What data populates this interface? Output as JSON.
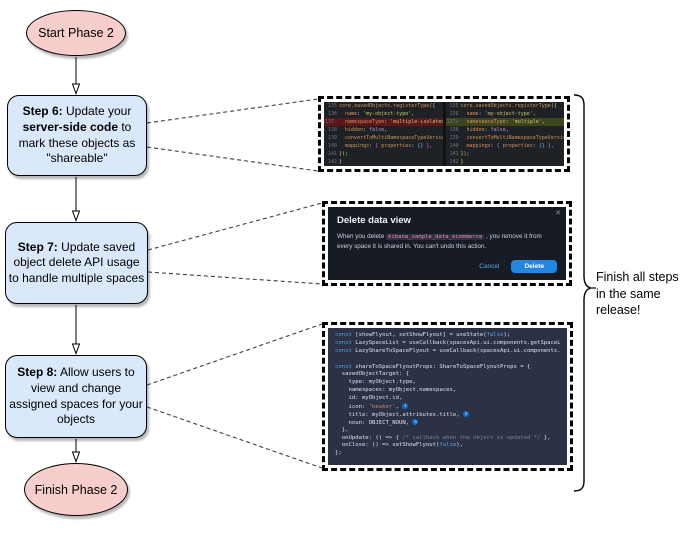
{
  "flowchart": {
    "start_label": "Start Phase 2",
    "finish_label": "Finish Phase 2",
    "steps": [
      {
        "segments": [
          {
            "t": "Step 6:",
            "b": true
          },
          {
            "t": " Update your ",
            "b": false
          },
          {
            "t": "server-side code",
            "b": true
          },
          {
            "t": " to mark these objects as \"shareable\"",
            "b": false
          }
        ]
      },
      {
        "segments": [
          {
            "t": "Step 7:",
            "b": true
          },
          {
            "t": " Update saved object delete API usage to handle multiple spaces",
            "b": false
          }
        ]
      },
      {
        "segments": [
          {
            "t": "Step 8:",
            "b": true
          },
          {
            "t": " Allow users to view and change assigned spaces for your objects",
            "b": false
          }
        ]
      }
    ],
    "note": "Finish all steps in the same release!"
  },
  "colors": {
    "step_box_fill": "#dae8fc",
    "terminal_fill": "#f8cecc",
    "frame_border": "#000000",
    "diff_bg": "#1e2227",
    "diff_del_bg": "#58181c",
    "diff_add_bg": "#3d451f",
    "flyout_code_bg": "#2b3245",
    "modal_bg": "#161b24",
    "delete_button_blue": "#2187e0",
    "link_blue": "#57a8e8",
    "badge_blue": "#0b6ecf",
    "code_span_pink": "#ef87a9"
  },
  "diff_screenshot": {
    "left_lines": [
      {
        "num": "135",
        "tokens": [
          {
            "t": "core.savedObjects.registerType",
            "c": "or"
          },
          {
            "t": "({",
            "c": "yl"
          }
        ]
      },
      {
        "num": "136",
        "tokens": [
          {
            "t": "  ",
            "c": "wh"
          },
          {
            "t": "name",
            "c": "or"
          },
          {
            "t": ": ",
            "c": "wh"
          },
          {
            "t": "'my-object-type'",
            "c": "yl"
          },
          {
            "t": ",",
            "c": "wh"
          }
        ]
      },
      {
        "num": "137",
        "mark": "-",
        "hl": "del",
        "tokens": [
          {
            "t": "  ",
            "c": "wh"
          },
          {
            "t": "namespaceType",
            "c": "or"
          },
          {
            "t": ": ",
            "c": "wh"
          },
          {
            "t": "'multiple-isolated'",
            "c": "yl"
          },
          {
            "t": ",",
            "c": "wh"
          }
        ]
      },
      {
        "num": "138",
        "tokens": [
          {
            "t": "  ",
            "c": "wh"
          },
          {
            "t": "hidden",
            "c": "or"
          },
          {
            "t": ": ",
            "c": "wh"
          },
          {
            "t": "false",
            "c": "pu"
          },
          {
            "t": ",",
            "c": "wh"
          }
        ]
      },
      {
        "num": "139",
        "tokens": [
          {
            "t": "  ",
            "c": "wh"
          },
          {
            "t": "convertToMultiNamespaceTypeVersion",
            "c": "or"
          },
          {
            "t": ": ",
            "c": "wh"
          },
          {
            "t": "'",
            "c": "rd"
          }
        ]
      },
      {
        "num": "140",
        "tokens": [
          {
            "t": "  ",
            "c": "wh"
          },
          {
            "t": "mappings",
            "c": "or"
          },
          {
            "t": ": ",
            "c": "wh"
          },
          {
            "t": "{ ",
            "c": "pu"
          },
          {
            "t": "properties",
            "c": "or"
          },
          {
            "t": ": ",
            "c": "wh"
          },
          {
            "t": "{} ",
            "c": "bl"
          },
          {
            "t": "},",
            "c": "pu"
          }
        ]
      },
      {
        "num": "141",
        "tokens": [
          {
            "t": "});",
            "c": "yl"
          }
        ]
      },
      {
        "num": "142",
        "tokens": [
          {
            "t": "}",
            "c": "yl"
          }
        ]
      }
    ],
    "right_lines": [
      {
        "num": "135",
        "tokens": [
          {
            "t": "core.savedObjects.registerType",
            "c": "or"
          },
          {
            "t": "({",
            "c": "yl"
          }
        ]
      },
      {
        "num": "136",
        "tokens": [
          {
            "t": "  ",
            "c": "wh"
          },
          {
            "t": "name",
            "c": "or"
          },
          {
            "t": ": ",
            "c": "wh"
          },
          {
            "t": "'my-object-type'",
            "c": "yl"
          },
          {
            "t": ",",
            "c": "wh"
          }
        ]
      },
      {
        "num": "137",
        "mark": "+",
        "hl": "add",
        "tokens": [
          {
            "t": "  ",
            "c": "wh"
          },
          {
            "t": "namespaceType",
            "c": "or"
          },
          {
            "t": ": ",
            "c": "wh"
          },
          {
            "t": "'multiple'",
            "c": "yl"
          },
          {
            "t": ",",
            "c": "wh"
          }
        ]
      },
      {
        "num": "138",
        "tokens": [
          {
            "t": "  ",
            "c": "wh"
          },
          {
            "t": "hidden",
            "c": "or"
          },
          {
            "t": ": ",
            "c": "wh"
          },
          {
            "t": "false",
            "c": "pu"
          },
          {
            "t": ",",
            "c": "wh"
          }
        ]
      },
      {
        "num": "139",
        "tokens": [
          {
            "t": "  ",
            "c": "wh"
          },
          {
            "t": "convertToMultiNamespaceTypeVersion",
            "c": "or"
          },
          {
            "t": ": ",
            "c": "wh"
          },
          {
            "t": "'",
            "c": "rd"
          }
        ]
      },
      {
        "num": "140",
        "tokens": [
          {
            "t": "  ",
            "c": "wh"
          },
          {
            "t": "mappings",
            "c": "or"
          },
          {
            "t": ": ",
            "c": "wh"
          },
          {
            "t": "{ ",
            "c": "pu"
          },
          {
            "t": "properties",
            "c": "or"
          },
          {
            "t": ": ",
            "c": "wh"
          },
          {
            "t": "{} ",
            "c": "bl"
          },
          {
            "t": "},",
            "c": "pu"
          }
        ]
      },
      {
        "num": "141",
        "tokens": [
          {
            "t": "});",
            "c": "yl"
          }
        ]
      },
      {
        "num": "142",
        "tokens": [
          {
            "t": "}",
            "c": "yl"
          }
        ]
      }
    ]
  },
  "modal_screenshot": {
    "title": "Delete data view",
    "close_icon": "✕",
    "body_pre": "When you delete ",
    "body_code": "kibana_sample_data_ecommerce",
    "body_post": " , you remove it from every space it is shared in. You can't undo this action.",
    "cancel_label": "Cancel",
    "delete_label": "Delete"
  },
  "code_screenshot": {
    "lines": [
      {
        "tokens": [
          {
            "t": "const ",
            "c": "kw"
          },
          {
            "t": "[showFlyout, setShowFlyout] = useState(",
            "c": "pl"
          },
          {
            "t": "false",
            "c": "kw"
          },
          {
            "t": ");",
            "c": "pl"
          }
        ]
      },
      {
        "tokens": [
          {
            "t": "const ",
            "c": "kw"
          },
          {
            "t": "LazySpaceList = useCallback(spacesApi.ui.components.getSpaceLis",
            "c": "pl"
          }
        ]
      },
      {
        "tokens": [
          {
            "t": "const ",
            "c": "kw"
          },
          {
            "t": "LazyShareToSpaceFlyout = useCallback(spacesApi.ui.components.ge",
            "c": "pl"
          }
        ]
      },
      {
        "tokens": []
      },
      {
        "tokens": [
          {
            "t": "const ",
            "c": "kw"
          },
          {
            "t": "shareToSpaceFlyoutProps: ShareToSpaceFlyoutProps = {",
            "c": "pl"
          }
        ]
      },
      {
        "tokens": [
          {
            "t": "  savedObjectTarget: {",
            "c": "pl"
          }
        ]
      },
      {
        "tokens": [
          {
            "t": "    type: myObject.type,",
            "c": "pl"
          }
        ]
      },
      {
        "tokens": [
          {
            "t": "    namespaces: myObject.namespaces,",
            "c": "pl"
          }
        ]
      },
      {
        "tokens": [
          {
            "t": "    id: myObject.id,",
            "c": "pl"
          }
        ]
      },
      {
        "tokens": [
          {
            "t": "    icon: ",
            "c": "pl"
          },
          {
            "t": "'beaker'",
            "c": "st"
          },
          {
            "t": ", ",
            "c": "pl"
          },
          {
            "t": "1",
            "c": "badge"
          }
        ]
      },
      {
        "tokens": [
          {
            "t": "    title: myObject.attributes.title, ",
            "c": "pl"
          },
          {
            "t": "2",
            "c": "badge"
          }
        ]
      },
      {
        "tokens": [
          {
            "t": "    noun: OBJECT_NOUN, ",
            "c": "pl"
          },
          {
            "t": "3",
            "c": "badge"
          }
        ]
      },
      {
        "tokens": [
          {
            "t": "  },",
            "c": "pl"
          }
        ]
      },
      {
        "tokens": [
          {
            "t": "  onUpdate: () => { ",
            "c": "pl"
          },
          {
            "t": "/* callback when the object is updated */",
            "c": "cm"
          },
          {
            "t": " },",
            "c": "pl"
          }
        ]
      },
      {
        "tokens": [
          {
            "t": "  onClose: () => setShowFlyout(",
            "c": "pl"
          },
          {
            "t": "false",
            "c": "kw"
          },
          {
            "t": "),",
            "c": "pl"
          }
        ]
      },
      {
        "tokens": [
          {
            "t": "};",
            "c": "pl"
          }
        ]
      }
    ]
  }
}
